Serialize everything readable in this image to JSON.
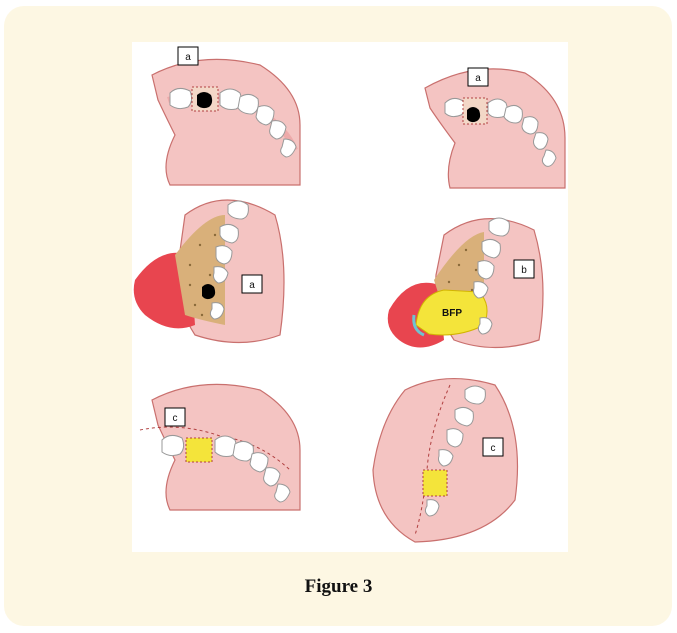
{
  "figure": {
    "caption": "Figure 3",
    "panels": [
      {
        "id": "top-left",
        "label": "a"
      },
      {
        "id": "top-right",
        "label": "a"
      },
      {
        "id": "mid-left",
        "label": "a"
      },
      {
        "id": "mid-right",
        "label": "b",
        "graft_label": "BFP"
      },
      {
        "id": "bottom-left",
        "label": "c"
      },
      {
        "id": "bottom-right",
        "label": "c"
      }
    ]
  },
  "colors": {
    "background": "#fdf7e3",
    "gum": "#f4c4c2",
    "gum_edge": "#c9706e",
    "tooth": "#ffffff",
    "defect": "#000000",
    "flap": "#e8454f",
    "bone": "#d9b07a",
    "fat_pad": "#f4e43a"
  }
}
